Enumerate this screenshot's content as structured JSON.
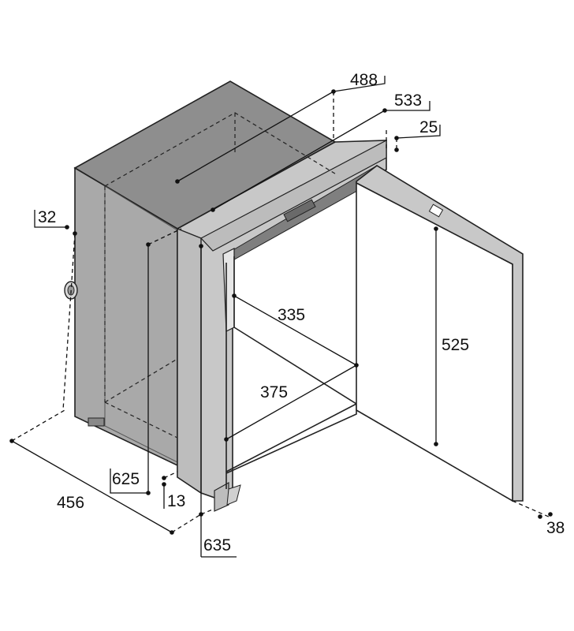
{
  "colors": {
    "panel_top": "#8e8e8e",
    "panel_side": "#a9a9a9",
    "frame": "#c8c8c8",
    "outline": "#222222",
    "background": "#ffffff"
  },
  "dimensions": {
    "d488": "488",
    "d533": "533",
    "d25": "25",
    "d32": "32",
    "d335": "335",
    "d525": "525",
    "d375": "375",
    "d625": "625",
    "d13": "13",
    "d456": "456",
    "d38": "38",
    "d635": "635"
  }
}
